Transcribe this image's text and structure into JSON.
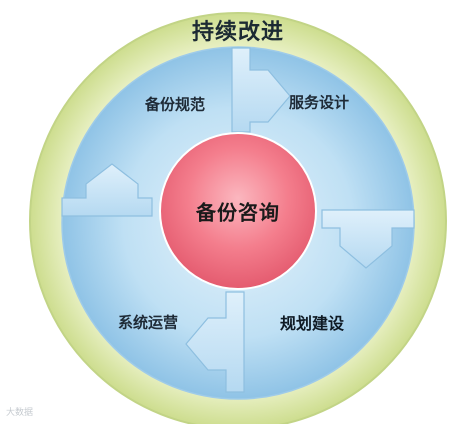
{
  "outer_ring": {
    "label": "持续改进",
    "color": "#d9e6a6"
  },
  "center": {
    "label": "备份咨询",
    "color": "#f27b8a"
  },
  "quadrants": [
    {
      "id": "top-left",
      "label": "备份规范"
    },
    {
      "id": "top-right",
      "label": "服务设计"
    },
    {
      "id": "bottom-left",
      "label": "系统运营"
    },
    {
      "id": "bottom-right",
      "label": "规划建设"
    }
  ],
  "arrows": [
    {
      "from": "top-left",
      "to": "top-right",
      "icon": "arrow-right-icon"
    },
    {
      "from": "top-right",
      "to": "bottom-right",
      "icon": "arrow-down-icon"
    },
    {
      "from": "bottom-right",
      "to": "bottom-left",
      "icon": "arrow-left-icon"
    },
    {
      "from": "bottom-left",
      "to": "top-left",
      "icon": "arrow-up-icon"
    }
  ],
  "colors": {
    "inner_disc": "#aed6f0",
    "arrow": "#c7e4f6"
  },
  "watermark": "大数据"
}
